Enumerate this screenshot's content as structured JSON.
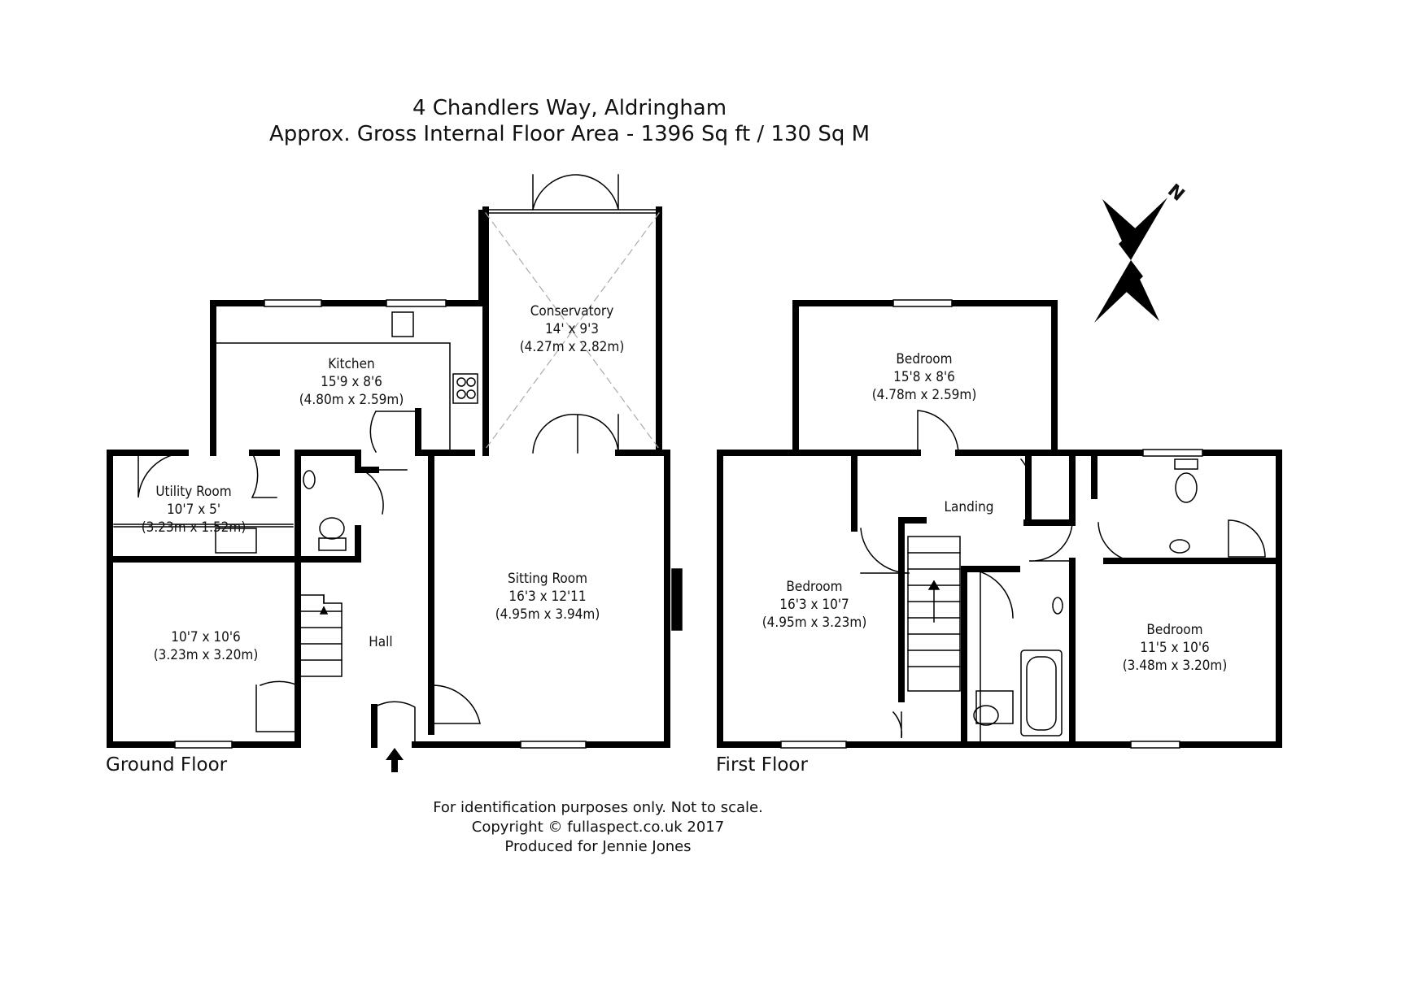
{
  "title": "4 Chandlers Way, Aldringham",
  "subtitle": "Approx. Gross Internal Floor Area - 1396 Sq ft / 130 Sq M",
  "compass_label": "N",
  "floors": {
    "ground": "Ground Floor",
    "first": "First Floor"
  },
  "rooms": {
    "conservatory": {
      "name": "Conservatory",
      "imperial": "14' x 9'3",
      "metric": "(4.27m x 2.82m)"
    },
    "kitchen": {
      "name": "Kitchen",
      "imperial": "15'9 x 8'6",
      "metric": "(4.80m x 2.59m)"
    },
    "utility": {
      "name": "Utility Room",
      "imperial": "10'7 x 5'",
      "metric": "(3.23m x 1.52m)"
    },
    "ground_room": {
      "imperial": "10'7 x 10'6",
      "metric": "(3.23m x 3.20m)"
    },
    "hall": {
      "name": "Hall"
    },
    "sitting": {
      "name": "Sitting Room",
      "imperial": "16'3 x 12'11",
      "metric": "(4.95m x 3.94m)"
    },
    "bed_top": {
      "name": "Bedroom",
      "imperial": "15'8 x 8'6",
      "metric": "(4.78m x 2.59m)"
    },
    "landing": {
      "name": "Landing"
    },
    "bed_left": {
      "name": "Bedroom",
      "imperial": "16'3 x 10'7",
      "metric": "(4.95m x 3.23m)"
    },
    "bed_right": {
      "name": "Bedroom",
      "imperial": "11'5 x 10'6",
      "metric": "(3.48m x 3.20m)"
    }
  },
  "footer": {
    "line1": "For identification purposes only. Not to scale.",
    "line2": "Copyright © fullaspect.co.uk 2017",
    "line3": "Produced for Jennie Jones"
  },
  "colors": {
    "wall": "#000000",
    "line": "#888888",
    "fill": "#ffffff"
  }
}
